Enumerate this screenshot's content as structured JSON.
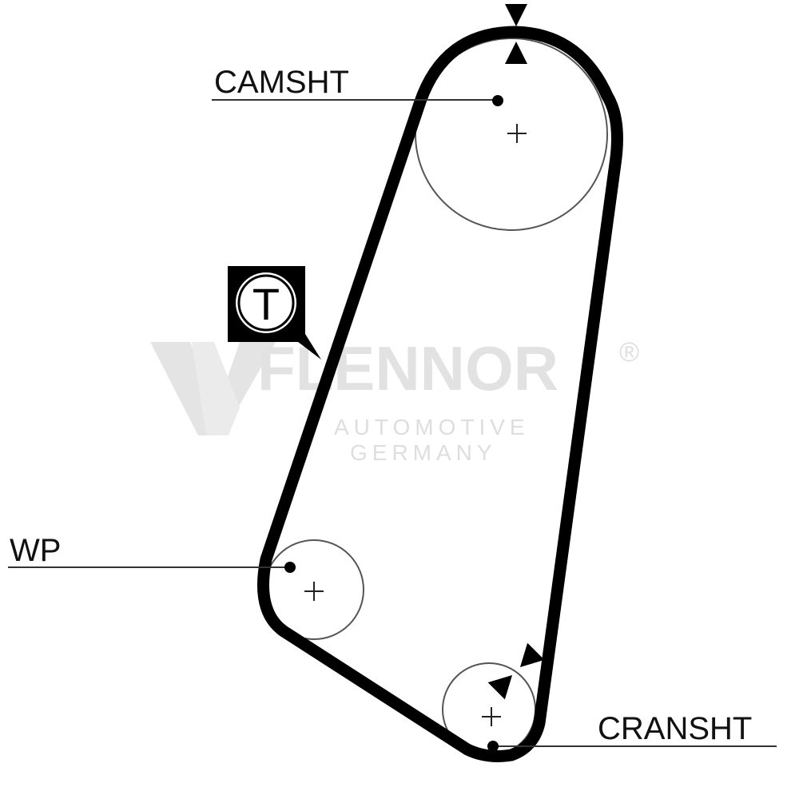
{
  "labels": {
    "camshaft": "CAMSHT",
    "water_pump": "WP",
    "crankshaft": "CRANSHT",
    "tensioner": "T"
  },
  "watermark": {
    "brand": "FLENNOR",
    "registered": "®",
    "line1": "AUTOMOTIVE",
    "line2": "GERMANY"
  },
  "colors": {
    "belt": "#000000",
    "pulley_outline": "#555555",
    "leader_line": "#333333",
    "watermark": "#e2e2e2"
  },
  "icons": [
    "timing-mark-icon",
    "tensioner-badge-icon",
    "registered-mark-icon"
  ]
}
